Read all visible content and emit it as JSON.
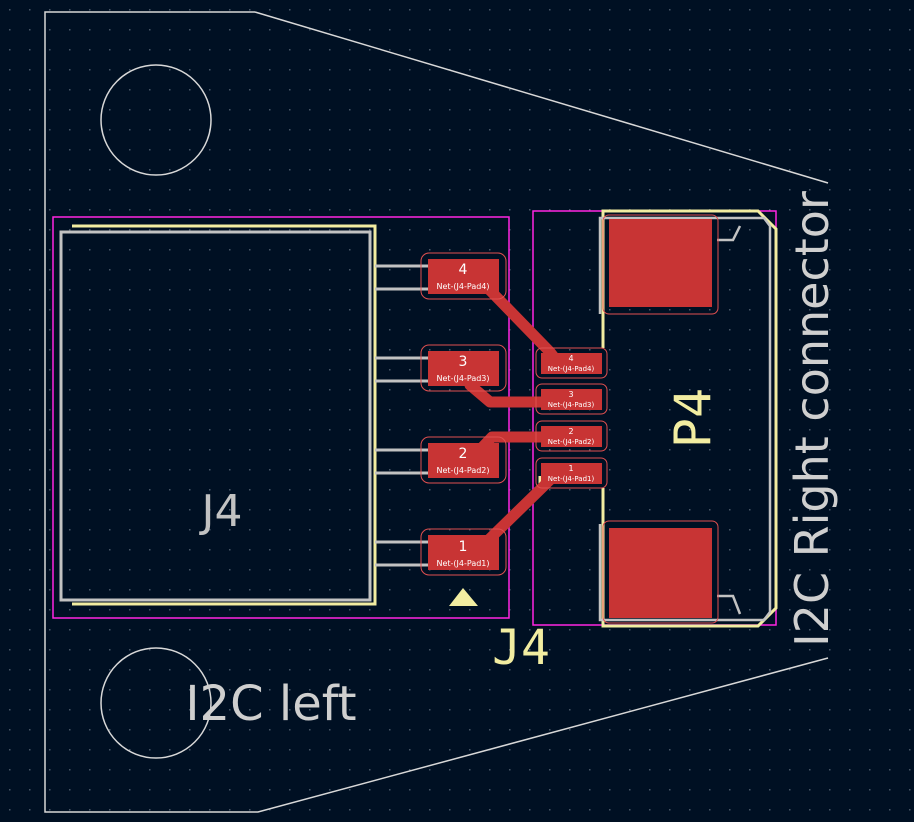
{
  "view": {
    "type": "pcb-layout-canvas"
  },
  "colors": {
    "background": "#001023",
    "grid_dot": "#4a5868",
    "edge_cuts": "#d8d8d8",
    "courtyard": "#ff26e2",
    "silkscreen": "#f2eda1",
    "fab": "#c2c2c2",
    "copper": "#c83434",
    "pad_outline": "#e05050",
    "pad_text": "#ffffff"
  },
  "footprints": {
    "j4_left": {
      "fab_reference": "J4",
      "silk_reference": "J4",
      "pads": [
        {
          "number": "4",
          "net": "Net-(J4-Pad4)"
        },
        {
          "number": "3",
          "net": "Net-(J4-Pad3)"
        },
        {
          "number": "2",
          "net": "Net-(J4-Pad2)"
        },
        {
          "number": "1",
          "net": "Net-(J4-Pad1)"
        }
      ]
    },
    "p4": {
      "silk_reference": "P4",
      "pads": [
        {
          "number": "4",
          "net": "Net-(J4-Pad4)"
        },
        {
          "number": "3",
          "net": "Net-(J4-Pad3)"
        },
        {
          "number": "2",
          "net": "Net-(J4-Pad2)"
        },
        {
          "number": "1",
          "net": "Net-(J4-Pad1)"
        }
      ]
    }
  },
  "board_texts": {
    "left_label": "I2C left",
    "right_label": "I2C Right connector"
  }
}
